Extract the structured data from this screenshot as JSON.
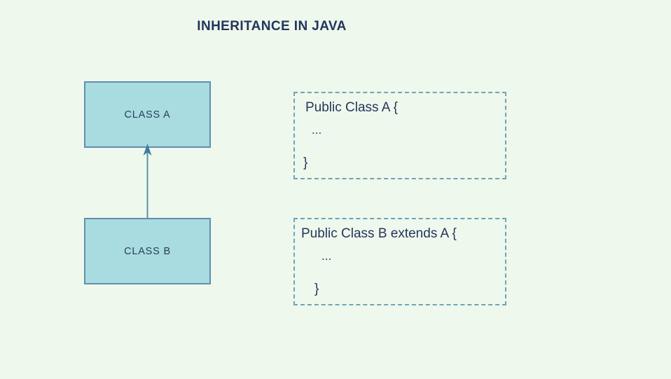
{
  "page": {
    "title": "INHERITANCE IN JAVA",
    "background_color": "#eff8ec"
  },
  "colors": {
    "background": "#eff8ec",
    "box_fill": "#a9dce0",
    "box_border": "#5f8fad",
    "dashed_border": "#6ea4ba",
    "text_dark_navy": "#24365c",
    "title_color": "#21355c",
    "arrow_color": "#5b8fac"
  },
  "diagram": {
    "classes": [
      {
        "id": "class-a",
        "label": "CLASS A"
      },
      {
        "id": "class-b",
        "label": "CLASS B"
      }
    ],
    "relationship": {
      "type": "inheritance",
      "from": "CLASS B",
      "to": "CLASS A",
      "arrow_direction": "up",
      "arrowhead": "solid-triangle"
    }
  },
  "code_snippets": [
    {
      "id": "code-a",
      "for_class": "CLASS A",
      "lines": [
        "Public Class A {",
        "...",
        "}"
      ]
    },
    {
      "id": "code-b",
      "for_class": "CLASS B",
      "lines": [
        "Public Class B extends A {",
        "...",
        "}"
      ]
    }
  ]
}
